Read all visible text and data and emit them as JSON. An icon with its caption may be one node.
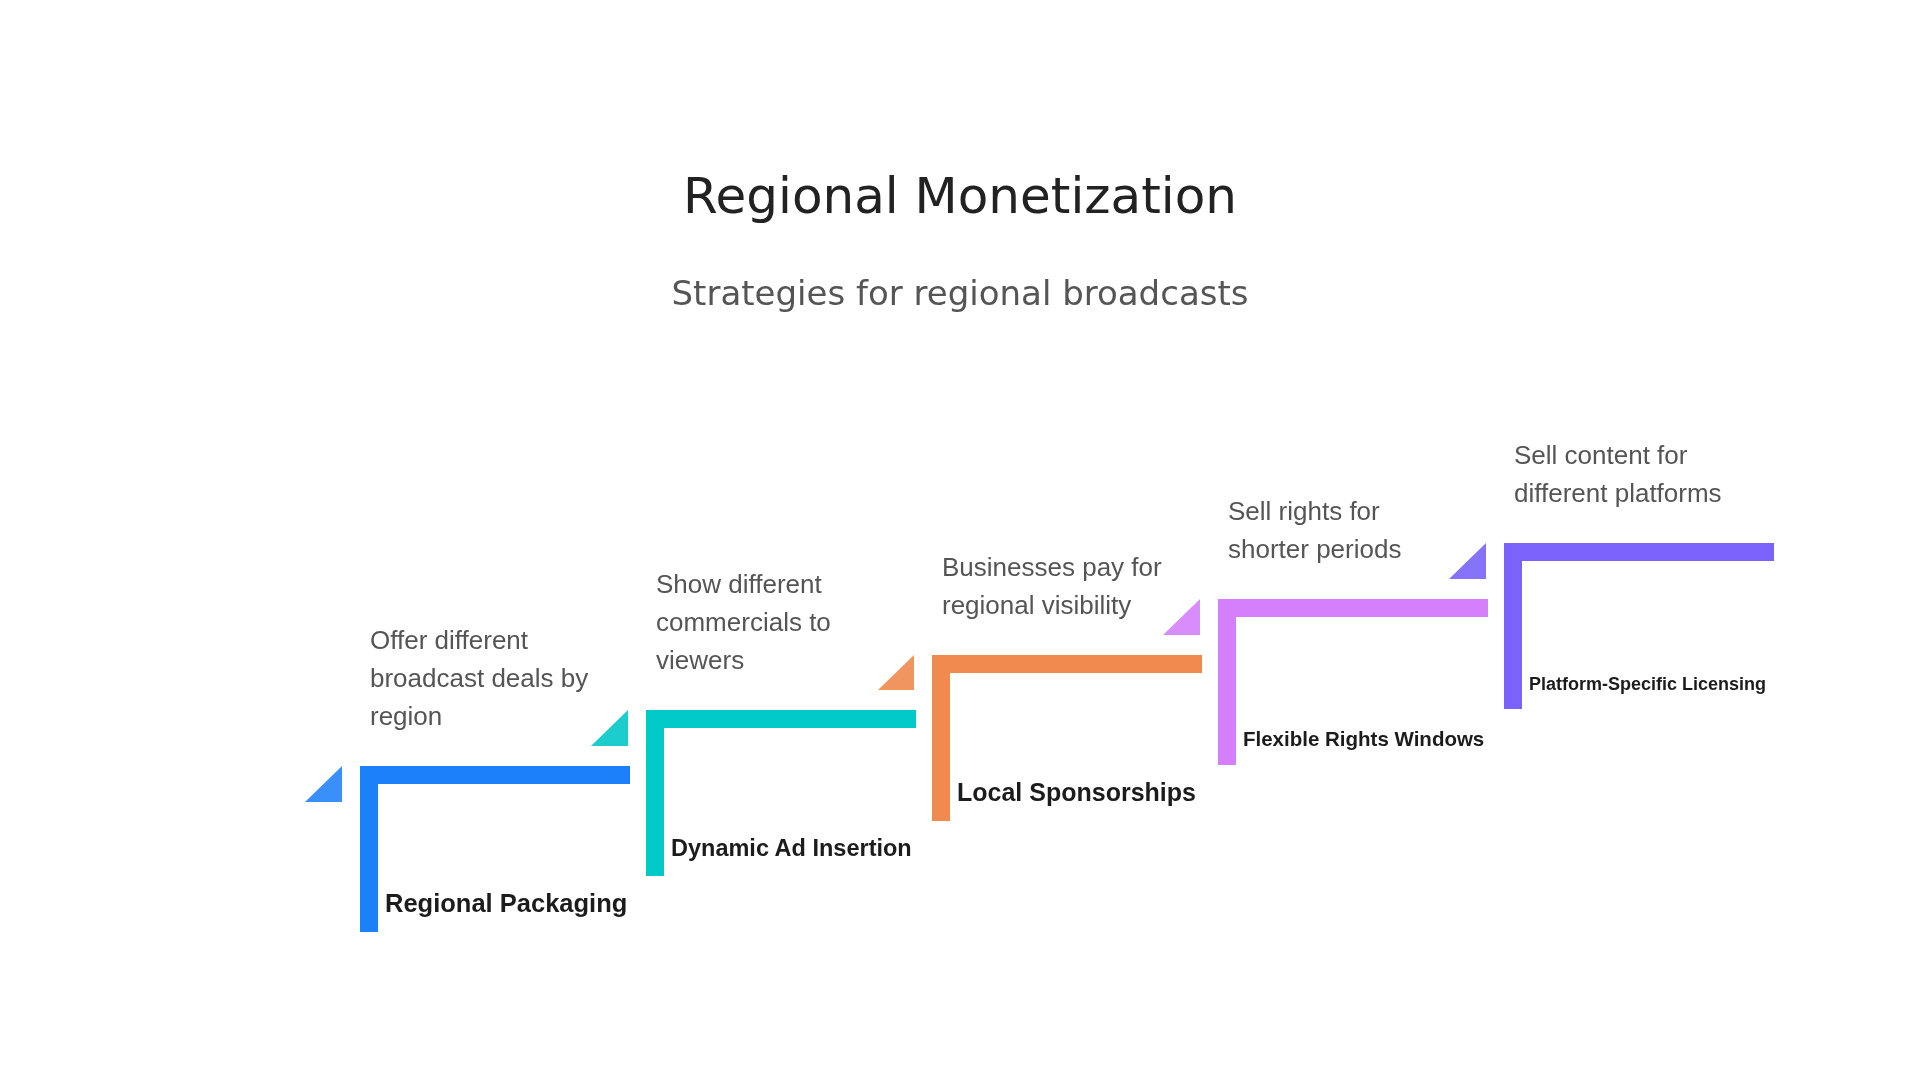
{
  "diagram": {
    "title": "Regional Monetization",
    "nodes": [
      {
        "text": [
          "Regional Packaging"
        ],
        "beside": [
          "Offer different broadcast deals by region"
        ]
      },
      {
        "text": [
          "Dynamic Ad Insertion"
        ],
        "beside": [
          "Show different commercials to viewers"
        ]
      },
      {
        "text": [
          "Local Sponsorships"
        ],
        "beside": [
          "Businesses pay for regional visibility"
        ]
      },
      {
        "text": [
          "Flexible Rights Windows"
        ],
        "beside": [
          "Sell rights for shorter periods"
        ]
      },
      {
        "text": [
          "Platform-Specific Licensing"
        ],
        "beside": [
          "Sell content for different platforms"
        ]
      }
    ],
    "edges": [
      {
        "from": 0,
        "to": null,
        "arrow": "to"
      },
      {
        "from": 1,
        "to": 0,
        "arrow": "to"
      },
      {
        "from": 2,
        "to": 1,
        "arrow": "to"
      },
      {
        "from": 3,
        "to": 2,
        "arrow": "to"
      },
      {
        "from": 4,
        "to": 3,
        "arrow": "to"
      }
    ],
    "labels": [
      "Strategies for regional broadcasts"
    ]
  }
}
